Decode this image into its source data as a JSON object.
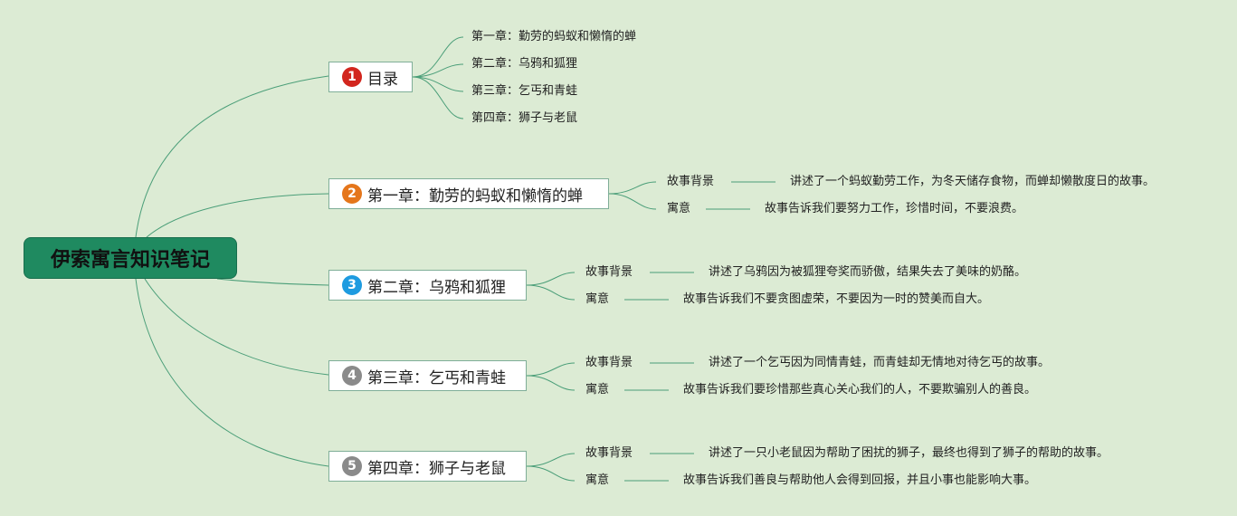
{
  "root": {
    "title": "伊索寓言知识笔记"
  },
  "branches": [
    {
      "number": "1",
      "color": "#d2261e",
      "label": "目录",
      "items": [
        "第一章：勤劳的蚂蚁和懒惰的蝉",
        "第二章：乌鸦和狐狸",
        "第三章：乞丐和青蛙",
        "第四章：狮子与老鼠"
      ]
    },
    {
      "number": "2",
      "color": "#e5761b",
      "label": "第一章：勤劳的蚂蚁和懒惰的蝉",
      "background_label": "故事背景",
      "background_text": "讲述了一个蚂蚁勤劳工作，为冬天储存食物，而蝉却懒散度日的故事。",
      "moral_label": "寓意",
      "moral_text": "故事告诉我们要努力工作，珍惜时间，不要浪费。"
    },
    {
      "number": "3",
      "color": "#1e9be0",
      "label": "第二章：乌鸦和狐狸",
      "background_label": "故事背景",
      "background_text": "讲述了乌鸦因为被狐狸夸奖而骄傲，结果失去了美味的奶酪。",
      "moral_label": "寓意",
      "moral_text": "故事告诉我们不要贪图虚荣，不要因为一时的赞美而自大。"
    },
    {
      "number": "4",
      "color": "#8a8a8a",
      "label": "第三章：乞丐和青蛙",
      "background_label": "故事背景",
      "background_text": "讲述了一个乞丐因为同情青蛙，而青蛙却无情地对待乞丐的故事。",
      "moral_label": "寓意",
      "moral_text": "故事告诉我们要珍惜那些真心关心我们的人，不要欺骗别人的善良。"
    },
    {
      "number": "5",
      "color": "#8a8a8a",
      "label": "第四章：狮子与老鼠",
      "background_label": "故事背景",
      "background_text": "讲述了一只小老鼠因为帮助了困扰的狮子，最终也得到了狮子的帮助的故事。",
      "moral_label": "寓意",
      "moral_text": "故事告诉我们善良与帮助他人会得到回报，并且小事也能影响大事。"
    }
  ]
}
